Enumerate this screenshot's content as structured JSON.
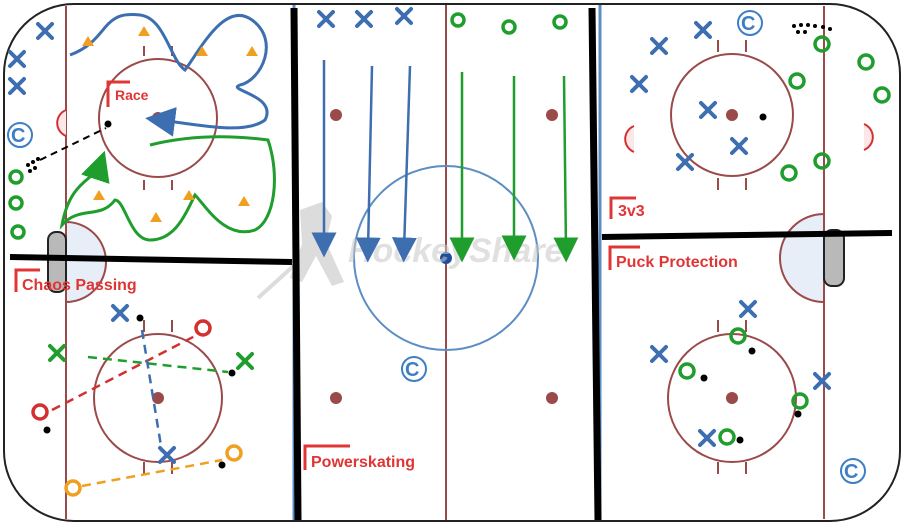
{
  "labels": {
    "race": "Race",
    "chaos_passing": "Chaos Passing",
    "powerskating": "Powerskating",
    "three_v_three": "3v3",
    "puck_protection": "Puck Protection"
  },
  "watermark": "HockeyShare",
  "coach_symbol": "C",
  "colors": {
    "rink_lines": "#9b4a4a",
    "center_circle": "#5b8ec4",
    "blue_player": "#3d6eb0",
    "green_player": "#1f9e2e",
    "red_player": "#d33030",
    "orange_player": "#f0a020",
    "cone": "#f0a020",
    "label_red": "#e03535"
  },
  "icons": {
    "player_x": "x-marker-icon",
    "player_o": "o-marker-icon",
    "cone": "cone-icon",
    "coach": "coach-c-icon",
    "puck": "puck-icon"
  }
}
